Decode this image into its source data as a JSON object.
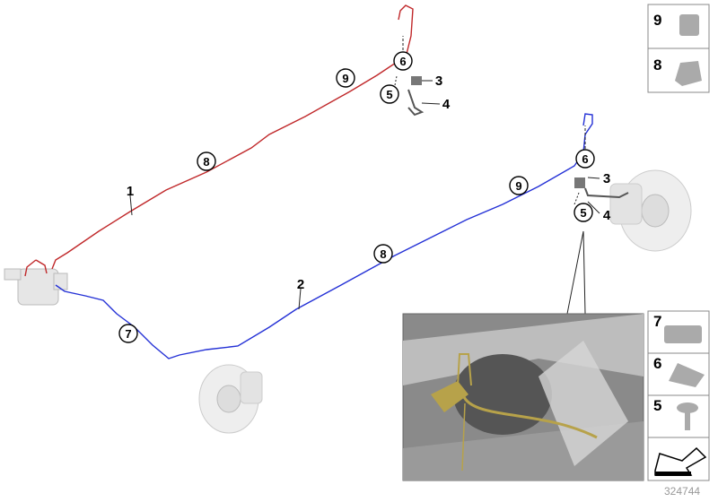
{
  "callouts": {
    "c9a": "9",
    "c6a": "6",
    "c5a": "5",
    "c8a": "8",
    "c8b": "8",
    "c9b": "9",
    "c6b": "6",
    "c5b": "5",
    "c7": "7"
  },
  "labels": {
    "l1": "1",
    "l2": "2",
    "l3a": "3",
    "l4a": "4",
    "l3b": "3",
    "l4b": "4"
  },
  "panel_top": [
    "9",
    "8"
  ],
  "panel_bottom": [
    "7",
    "6",
    "5"
  ],
  "reference_number": "324744",
  "colors": {
    "front_line": "#c0282a",
    "rear_line": "#2431d6",
    "bracket": "#b7a24a"
  }
}
